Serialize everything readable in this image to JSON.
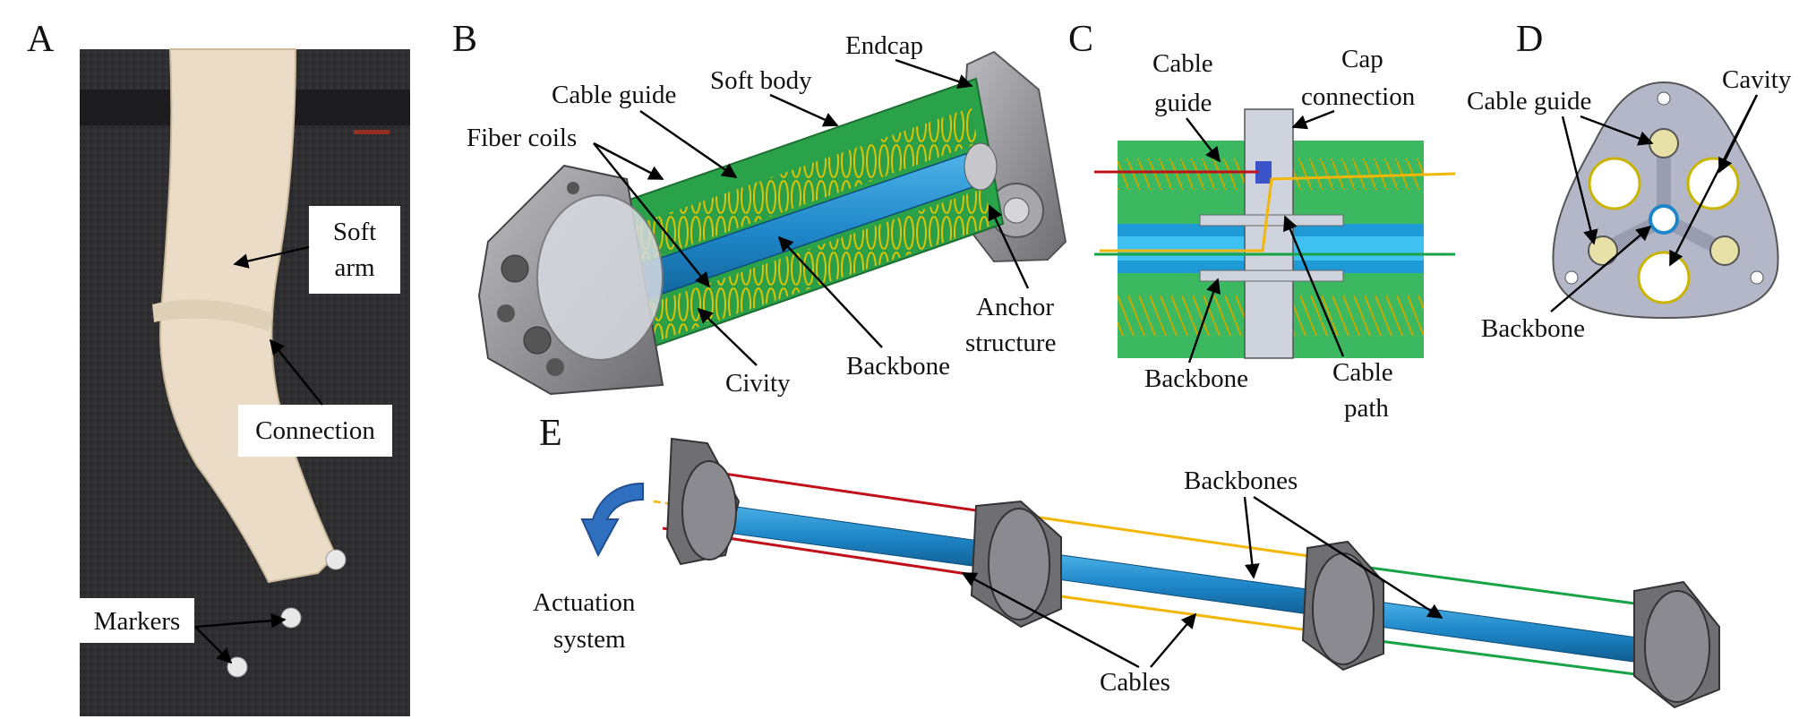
{
  "panels": {
    "A": {
      "letter": "A",
      "soft_arm_line1": "Soft",
      "soft_arm_line2": "arm",
      "connection": "Connection",
      "markers": "Markers"
    },
    "B": {
      "letter": "B",
      "endcap": "Endcap",
      "soft_body": "Soft body",
      "cable_guide": "Cable guide",
      "fiber_coils": "Fiber coils",
      "anchor_line1": "Anchor",
      "anchor_line2": "structure",
      "civity": "Civity",
      "backbone": "Backbone"
    },
    "C": {
      "letter": "C",
      "cable_guide_line1": "Cable",
      "cable_guide_line2": "guide",
      "cap_conn_line1": "Cap",
      "cap_conn_line2": "connection",
      "backbone": "Backbone",
      "cable_path_line1": "Cable",
      "cable_path_line2": "path"
    },
    "D": {
      "letter": "D",
      "cable_guide": "Cable guide",
      "cavity": "Cavity",
      "backbone": "Backbone"
    },
    "E": {
      "letter": "E",
      "backbones": "Backbones",
      "actuation_line1": "Actuation",
      "actuation_line2": "system",
      "cables": "Cables"
    }
  },
  "colors": {
    "soft_body_green": "#2aa24a",
    "backbone_blue": "#1e86c8",
    "coil_yellow": "#e8c000",
    "cable_red": "#c0101a",
    "cable_yellow": "#f2b705",
    "cable_green": "#19a347",
    "endcap_grey": "#8c8c90",
    "arrow_blue": "#2f6fc0"
  }
}
